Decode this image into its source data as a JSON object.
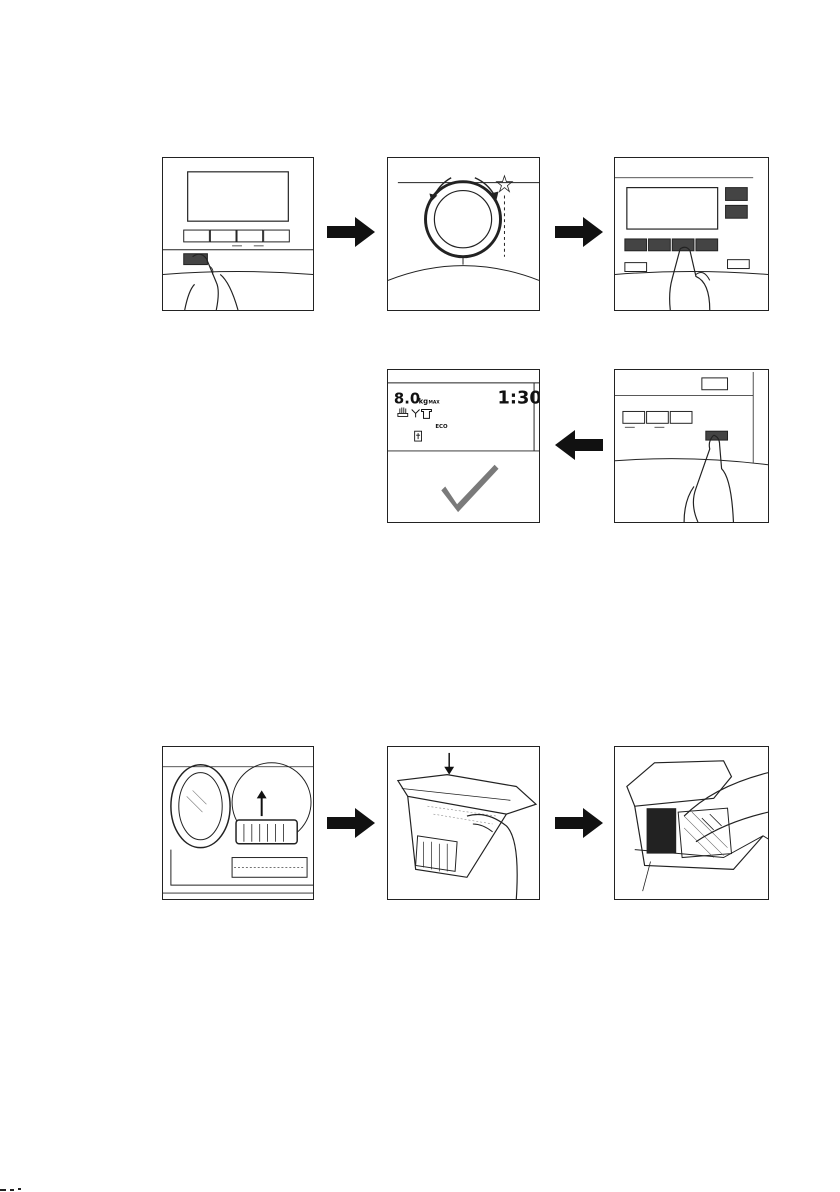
{
  "display": {
    "weight": "8.0",
    "weight_unit": "kg",
    "weight_suffix": "MAX",
    "time": "1:30",
    "eco_label": "ECO"
  }
}
